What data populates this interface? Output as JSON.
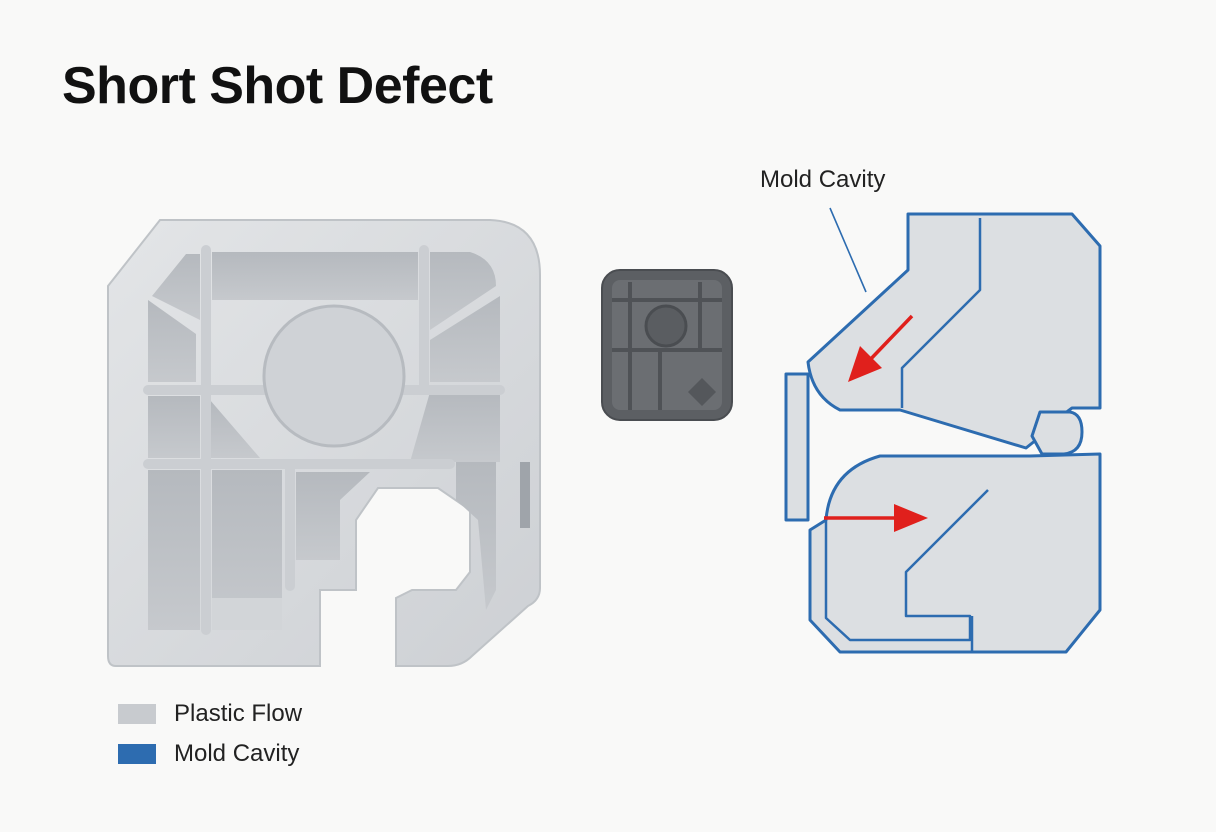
{
  "title": "Short Shot Defect",
  "callout": {
    "label": "Mold Cavity"
  },
  "legend": {
    "items": [
      {
        "label": "Plastic Flow",
        "color": "#c8cbcf"
      },
      {
        "label": "Mold Cavity",
        "color": "#2d6cb0"
      }
    ]
  },
  "colors": {
    "plastic": "#d4d7da",
    "plastic_dark": "#b9bdc2",
    "small_part": "#5d6064",
    "mold_outline": "#2d6cb0",
    "mold_fill": "#dcdfe2",
    "flow_arrow": "#e0201c"
  }
}
